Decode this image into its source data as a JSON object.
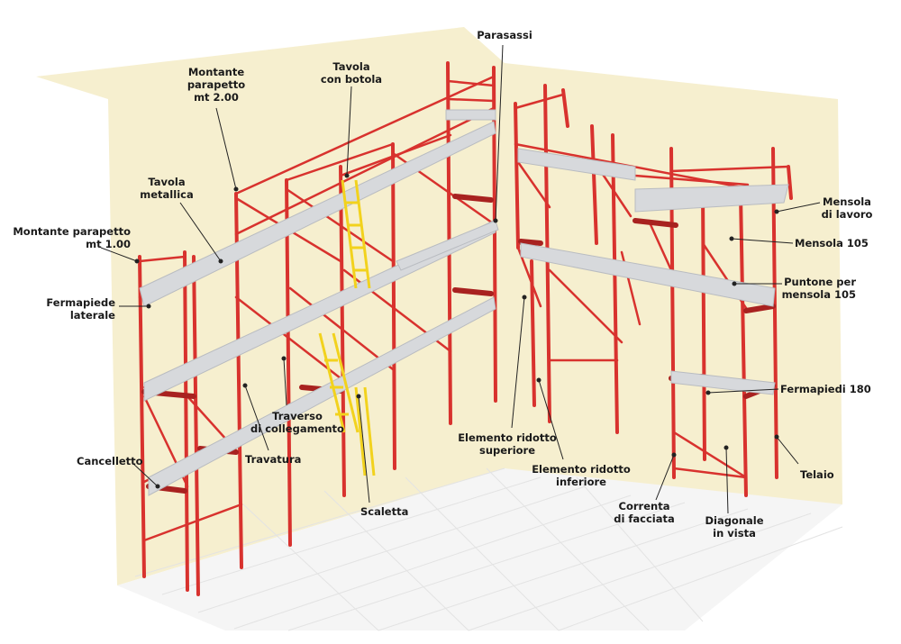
{
  "colors": {
    "frame": "#d8322e",
    "frame_dark": "#a82220",
    "deck": "#d7d9dc",
    "deck_edge": "#b9bcc1",
    "ladder": "#f2d21d",
    "wall": "#f6efcf",
    "floor_grid": "#e3e3e3",
    "leader": "#222222"
  },
  "labels": {
    "parasassi": "Parasassi",
    "tavola_con_botola": [
      "Tavola",
      "con botola"
    ],
    "montante_parapetto_200": [
      "Montante",
      "parapetto",
      "mt 2.00"
    ],
    "tavola_metallica": [
      "Tavola",
      "metallica"
    ],
    "montante_parapetto_100": [
      "Montante parapetto",
      "mt 1.00"
    ],
    "fermapiede_laterale": [
      "Fermapiede",
      "laterale"
    ],
    "traverso_di_collegamento": [
      "Traverso",
      "di collegamento"
    ],
    "travatura": "Travatura",
    "cancelletto": "Cancelletto",
    "scaletta": "Scaletta",
    "elemento_ridotto_superiore": [
      "Elemento ridotto",
      "superiore"
    ],
    "elemento_ridotto_inferiore": [
      "Elemento ridotto",
      "inferiore"
    ],
    "correnta_di_facciata": [
      "Correnta",
      "di facciata"
    ],
    "diagonale_in_vista": [
      "Diagonale",
      "in vista"
    ],
    "telaio": "Telaio",
    "fermapiedi_180": "Fermapiedi 180",
    "puntone_per_mensola_105": [
      "Puntone per",
      "mensola 105"
    ],
    "mensola_105": "Mensola 105",
    "mensola_di_lavoro": [
      "Mensola",
      "di lavoro"
    ]
  }
}
